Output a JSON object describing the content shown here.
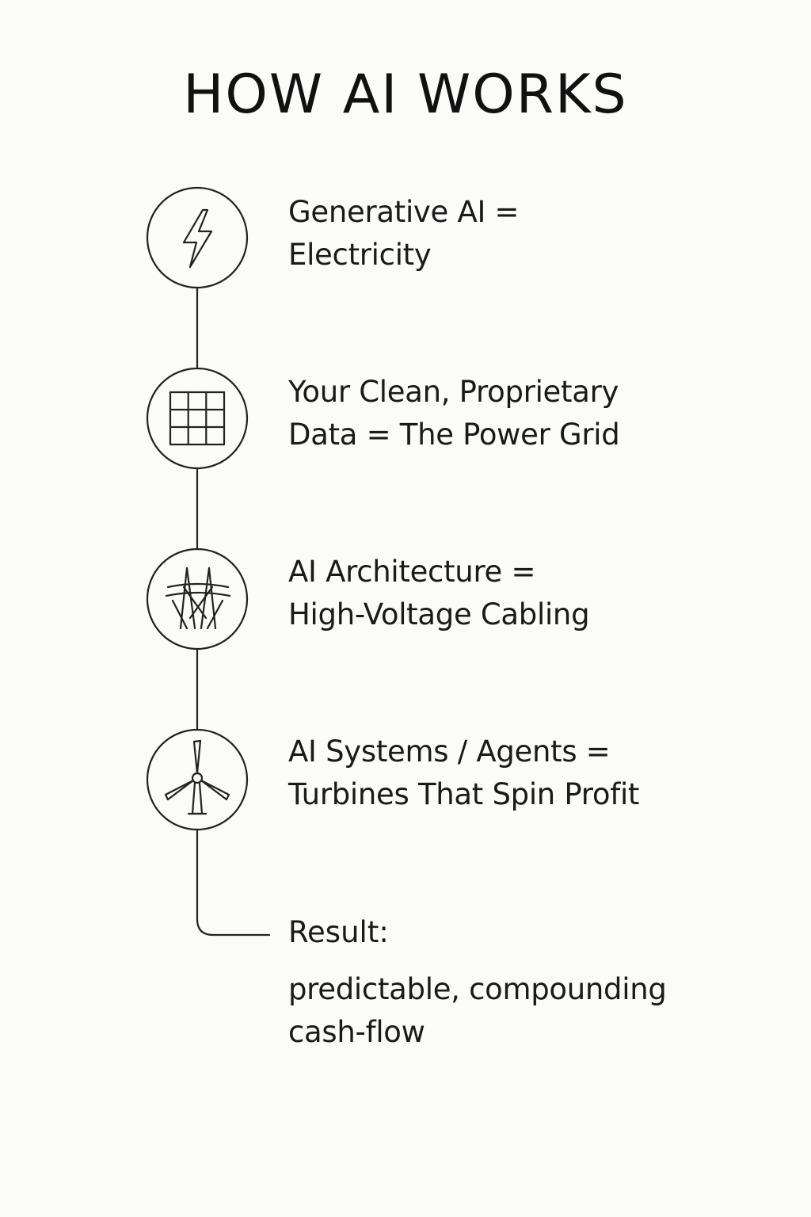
{
  "title": "HOW AI WORKS",
  "steps": [
    {
      "icon": "lightning-bolt-icon",
      "line1": "Generative AI =",
      "line2": "Electricity"
    },
    {
      "icon": "grid-icon",
      "line1": "Your Clean, Proprietary",
      "line2": "Data = The Power Grid"
    },
    {
      "icon": "power-pylon-icon",
      "line1": "AI Architecture =",
      "line2": "High-Voltage Cabling"
    },
    {
      "icon": "wind-turbine-icon",
      "line1": "AI Systems / Agents =",
      "line2": "Turbines That Spin Profit"
    }
  ],
  "result": {
    "label": "Result:",
    "line1": "predictable, compounding",
    "line2": "cash-flow"
  },
  "colors": {
    "background": "#fbfbfa",
    "ink": "#111111"
  }
}
